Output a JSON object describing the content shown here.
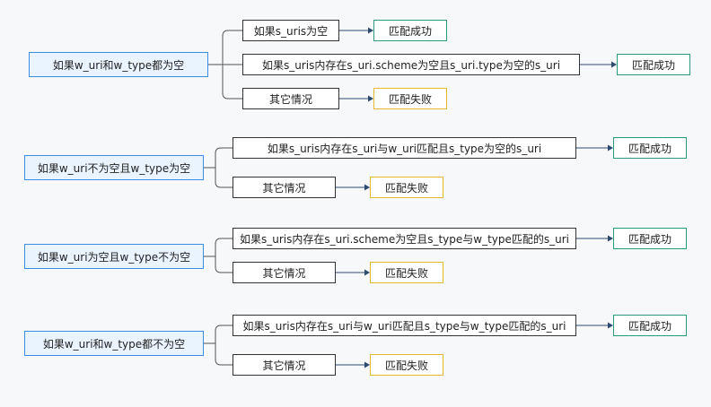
{
  "colors": {
    "root_border": "#3a8de0",
    "root_fill": "#eaf4ff",
    "node_border": "#333333",
    "success_border": "#2a9a7e",
    "fail_border": "#e5b830",
    "connector": "#555555",
    "arrow": "#2d4a70"
  },
  "groups": [
    {
      "condition": "如果w_uri和w_type都为空",
      "branches": [
        {
          "text": "如果s_uris为空",
          "result": "匹配成功"
        },
        {
          "text": "如果s_uris内存在s_uri.scheme为空且s_uri.type为空的s_uri",
          "result": "匹配成功"
        },
        {
          "text": "其它情况",
          "result": "匹配失败"
        }
      ]
    },
    {
      "condition": "如果w_uri不为空且w_type为空",
      "branches": [
        {
          "text": "如果s_uris内存在s_uri与w_uri匹配且s_type为空的s_uri",
          "result": "匹配成功"
        },
        {
          "text": "其它情况",
          "result": "匹配失败"
        }
      ]
    },
    {
      "condition": "如果w_uri为空且w_type不为空",
      "branches": [
        {
          "text": "如果s_uris内存在s_uri.scheme为空且s_type与w_type匹配的s_uri",
          "result": "匹配成功"
        },
        {
          "text": "其它情况",
          "result": "匹配失败"
        }
      ]
    },
    {
      "condition": "如果w_uri和w_type都不为空",
      "branches": [
        {
          "text": "如果s_uris内存在s_uri与w_uri匹配且s_type与w_type匹配的s_uri",
          "result": "匹配成功"
        },
        {
          "text": "其它情况",
          "result": "匹配失败"
        }
      ]
    }
  ]
}
